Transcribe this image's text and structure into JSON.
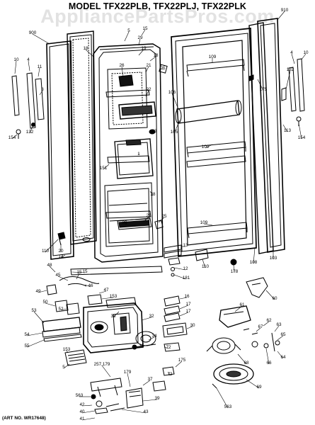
{
  "title": "MODEL TFX22PLB, TFX22PLJ, TFX22PLK",
  "watermark": "AppliancePartsPros.com",
  "art_number": "(ART NO. WR17648)",
  "colors": {
    "line": "#000000",
    "paper": "#ffffff",
    "watermark": "#969696"
  },
  "callouts": [
    {
      "id": "c910",
      "text": "910"
    },
    {
      "id": "c900",
      "text": "900"
    },
    {
      "id": "c5a",
      "text": "5"
    },
    {
      "id": "c29",
      "text": "29"
    },
    {
      "id": "c15a",
      "text": "15"
    },
    {
      "id": "c19",
      "text": "19"
    },
    {
      "id": "c18a",
      "text": "18"
    },
    {
      "id": "c18b",
      "text": "18"
    },
    {
      "id": "c10a",
      "text": "10"
    },
    {
      "id": "c4a",
      "text": "4"
    },
    {
      "id": "c11",
      "text": "11"
    },
    {
      "id": "c3",
      "text": "3"
    },
    {
      "id": "c132a",
      "text": "132"
    },
    {
      "id": "c154a",
      "text": "154"
    },
    {
      "id": "c26a",
      "text": "26"
    },
    {
      "id": "c21a",
      "text": "21"
    },
    {
      "id": "c25a",
      "text": "25"
    },
    {
      "id": "c22",
      "text": "22"
    },
    {
      "id": "c23",
      "text": "23"
    },
    {
      "id": "c109a",
      "text": "109"
    },
    {
      "id": "c106",
      "text": "106"
    },
    {
      "id": "c105",
      "text": "105"
    },
    {
      "id": "c175a",
      "text": "175"
    },
    {
      "id": "c4b",
      "text": "4"
    },
    {
      "id": "c10b",
      "text": "10"
    },
    {
      "id": "c132b",
      "text": "132"
    },
    {
      "id": "c113",
      "text": "113"
    },
    {
      "id": "c154b",
      "text": "154"
    },
    {
      "id": "c1",
      "text": "1"
    },
    {
      "id": "c151",
      "text": "151"
    },
    {
      "id": "c28",
      "text": "28"
    },
    {
      "id": "c109b",
      "text": "109"
    },
    {
      "id": "c21b",
      "text": "21"
    },
    {
      "id": "c25b",
      "text": "25"
    },
    {
      "id": "c26b",
      "text": "26"
    },
    {
      "id": "c109c",
      "text": "109"
    },
    {
      "id": "c110a",
      "text": "110"
    },
    {
      "id": "c20",
      "text": "20"
    },
    {
      "id": "c14",
      "text": "14"
    },
    {
      "id": "c15b",
      "text": "15"
    },
    {
      "id": "c13",
      "text": "13"
    },
    {
      "id": "c12",
      "text": "12"
    },
    {
      "id": "c181",
      "text": "181"
    },
    {
      "id": "c110b",
      "text": "110"
    },
    {
      "id": "c178",
      "text": "178"
    },
    {
      "id": "c108",
      "text": "108"
    },
    {
      "id": "c103",
      "text": "103"
    },
    {
      "id": "c48",
      "text": "48"
    },
    {
      "id": "c45",
      "text": "45"
    },
    {
      "id": "c15c",
      "text": "15"
    },
    {
      "id": "c46",
      "text": "46"
    },
    {
      "id": "c47",
      "text": "47"
    },
    {
      "id": "c49",
      "text": "49"
    },
    {
      "id": "c153",
      "text": "153"
    },
    {
      "id": "c50",
      "text": "50"
    },
    {
      "id": "c52",
      "text": "52"
    },
    {
      "id": "c53",
      "text": "53"
    },
    {
      "id": "c33",
      "text": "33"
    },
    {
      "id": "c32",
      "text": "32"
    },
    {
      "id": "c54",
      "text": "54"
    },
    {
      "id": "c55",
      "text": "55"
    },
    {
      "id": "c153b",
      "text": "153"
    },
    {
      "id": "c5b",
      "text": "5"
    },
    {
      "id": "c34",
      "text": "34"
    },
    {
      "id": "c35",
      "text": "35"
    },
    {
      "id": "c16",
      "text": "16"
    },
    {
      "id": "c17a",
      "text": "17"
    },
    {
      "id": "c17b",
      "text": "17"
    },
    {
      "id": "c30",
      "text": "30"
    },
    {
      "id": "c72a",
      "text": "72"
    },
    {
      "id": "c175b",
      "text": "175"
    },
    {
      "id": "c72b",
      "text": "72"
    },
    {
      "id": "c257",
      "text": "257,179"
    },
    {
      "id": "c179",
      "text": "179"
    },
    {
      "id": "c37",
      "text": "37"
    },
    {
      "id": "c39",
      "text": "39"
    },
    {
      "id": "c563a",
      "text": "563"
    },
    {
      "id": "c42",
      "text": "42"
    },
    {
      "id": "c40",
      "text": "40"
    },
    {
      "id": "c41",
      "text": "41"
    },
    {
      "id": "c43",
      "text": "43"
    },
    {
      "id": "c61",
      "text": "61"
    },
    {
      "id": "c62",
      "text": "62"
    },
    {
      "id": "c67",
      "text": "67"
    },
    {
      "id": "c63",
      "text": "63"
    },
    {
      "id": "c65",
      "text": "65"
    },
    {
      "id": "c60",
      "text": "60"
    },
    {
      "id": "c68",
      "text": "68"
    },
    {
      "id": "c66",
      "text": "66"
    },
    {
      "id": "c64",
      "text": "64"
    },
    {
      "id": "c69",
      "text": "69"
    },
    {
      "id": "c563b",
      "text": "563"
    }
  ]
}
